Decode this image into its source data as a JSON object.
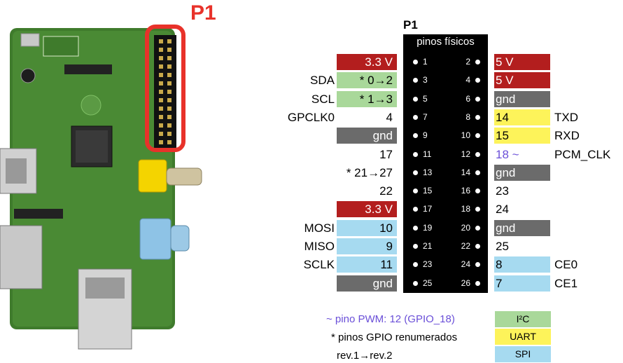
{
  "board": {
    "title": "P1",
    "highlight_color": "#e8322a",
    "pcb_color": "#3f7b2c"
  },
  "header": {
    "title": "P1",
    "subtitle": "pinos físicos"
  },
  "rows": [
    {
      "left_label": "",
      "left_value": "3.3 V",
      "left_bg": "red",
      "pin_left": "1",
      "pin_right": "2",
      "right_value": "5 V",
      "right_bg": "red",
      "right_label": ""
    },
    {
      "left_label": "SDA",
      "left_value": "* 0→2",
      "left_bg": "green",
      "pin_left": "3",
      "pin_right": "4",
      "right_value": "5 V",
      "right_bg": "red",
      "right_label": ""
    },
    {
      "left_label": "SCL",
      "left_value": "* 1→3",
      "left_bg": "green",
      "pin_left": "5",
      "pin_right": "6",
      "right_value": "gnd",
      "right_bg": "gray",
      "right_label": ""
    },
    {
      "left_label": "GPCLK0",
      "left_value": "4",
      "left_bg": "none",
      "pin_left": "7",
      "pin_right": "8",
      "right_value": "14",
      "right_bg": "yellow",
      "right_label": "TXD"
    },
    {
      "left_label": "",
      "left_value": "gnd",
      "left_bg": "gray",
      "pin_left": "9",
      "pin_right": "10",
      "right_value": "15",
      "right_bg": "yellow",
      "right_label": "RXD"
    },
    {
      "left_label": "",
      "left_value": "17",
      "left_bg": "none",
      "pin_left": "11",
      "pin_right": "12",
      "right_value": "18 ~",
      "right_bg": "purple",
      "right_label": "PCM_CLK"
    },
    {
      "left_label": "",
      "left_value": "* 21→27",
      "left_bg": "none",
      "pin_left": "13",
      "pin_right": "14",
      "right_value": "gnd",
      "right_bg": "gray",
      "right_label": ""
    },
    {
      "left_label": "",
      "left_value": "22",
      "left_bg": "none",
      "pin_left": "15",
      "pin_right": "16",
      "right_value": "23",
      "right_bg": "none",
      "right_label": ""
    },
    {
      "left_label": "",
      "left_value": "3.3 V",
      "left_bg": "red",
      "pin_left": "17",
      "pin_right": "18",
      "right_value": "24",
      "right_bg": "none",
      "right_label": ""
    },
    {
      "left_label": "MOSI",
      "left_value": "10",
      "left_bg": "blue",
      "pin_left": "19",
      "pin_right": "20",
      "right_value": "gnd",
      "right_bg": "gray",
      "right_label": ""
    },
    {
      "left_label": "MISO",
      "left_value": "9",
      "left_bg": "blue",
      "pin_left": "21",
      "pin_right": "22",
      "right_value": "25",
      "right_bg": "none",
      "right_label": ""
    },
    {
      "left_label": "SCLK",
      "left_value": "11",
      "left_bg": "blue",
      "pin_left": "23",
      "pin_right": "24",
      "right_value": "8",
      "right_bg": "blue",
      "right_label": "CE0"
    },
    {
      "left_label": "",
      "left_value": "gnd",
      "left_bg": "gray",
      "pin_left": "25",
      "pin_right": "26",
      "right_value": "7",
      "right_bg": "blue",
      "right_label": "CE1"
    }
  ],
  "legend": {
    "notes": [
      "~ pino PWM: 12 (GPIO_18)",
      "* pinos GPIO renumerados",
      "rev.1→rev.2"
    ],
    "boxes": [
      {
        "label": "I²C",
        "bg": "green"
      },
      {
        "label": "UART",
        "bg": "yellow"
      },
      {
        "label": "SPI",
        "bg": "blue"
      }
    ]
  },
  "colors": {
    "red": "#b31e1e",
    "green": "#a9d89a",
    "gray": "#6b6b6b",
    "yellow": "#fdf35a",
    "blue": "#a6daf0",
    "purple": "#6a4fd8"
  }
}
